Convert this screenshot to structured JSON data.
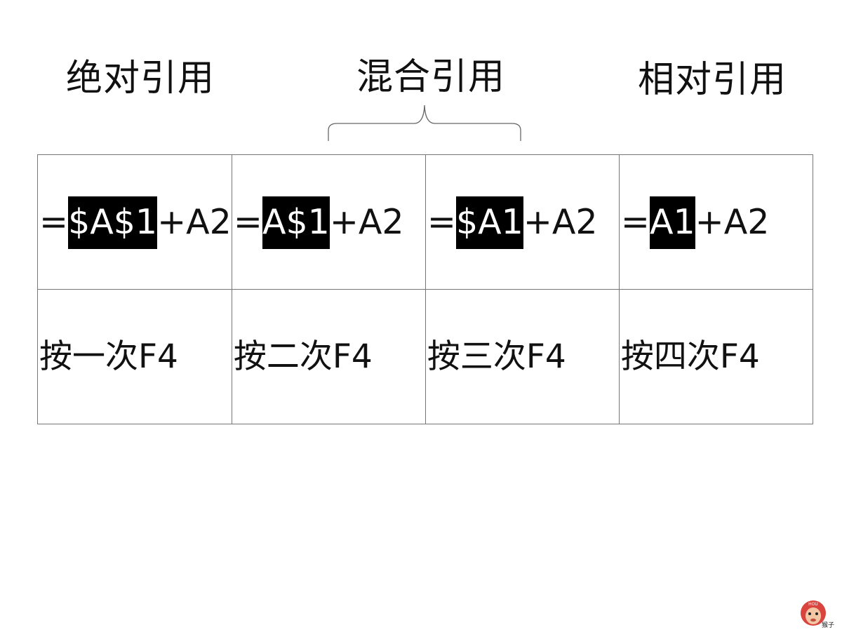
{
  "headings": {
    "absolute": "绝对引用",
    "mixed": "混合引用",
    "relative": "相对引用"
  },
  "formulas": [
    {
      "pre": "=",
      "highlight": "$A$1",
      "post": "+A2"
    },
    {
      "pre": "=",
      "highlight": "A$1",
      "post": "+A2"
    },
    {
      "pre": "=",
      "highlight": "$A1",
      "post": "+A2"
    },
    {
      "pre": "=",
      "highlight": "A1",
      "post": "+A2"
    }
  ],
  "presses": [
    "按一次F4",
    "按二次F4",
    "按三次F4",
    "按四次F4"
  ],
  "watermark": {
    "badge": "HOU",
    "label": "猴子",
    "icon": "monkey-logo-icon"
  },
  "colors": {
    "highlight_bg": "#000000",
    "highlight_fg": "#ffffff",
    "logo_red": "#d9443e"
  }
}
